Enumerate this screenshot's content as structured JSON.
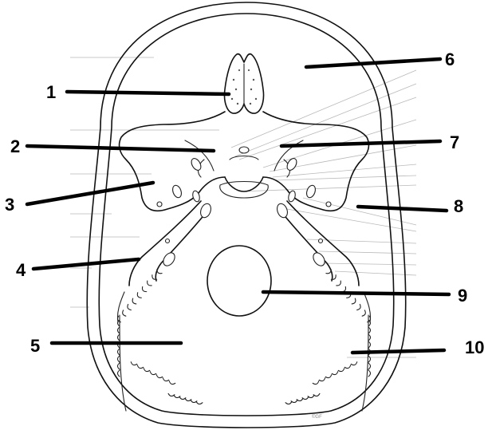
{
  "labels": {
    "l1": "1",
    "l2": "2",
    "l3": "3",
    "l4": "4",
    "l5": "5",
    "l6": "6",
    "l7": "7",
    "l8": "8",
    "l9": "9",
    "l10": "10"
  },
  "copyright": "©GF",
  "colors": {
    "line": "#000000",
    "guide": "#b9b9b9",
    "background": "#ffffff"
  }
}
